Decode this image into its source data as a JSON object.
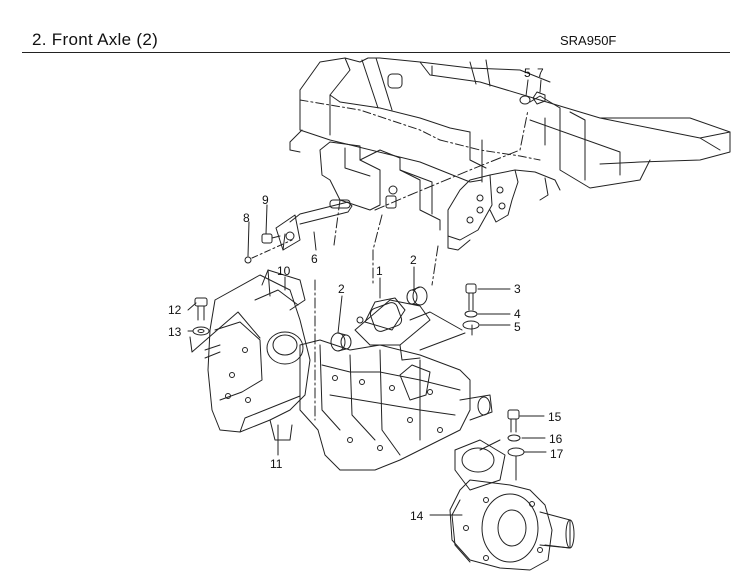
{
  "header": {
    "title": "2. Front Axle (2)",
    "model": "SRA950F"
  },
  "callouts": [
    "1",
    "2",
    "2",
    "3",
    "4",
    "5",
    "5",
    "6",
    "7",
    "8",
    "9",
    "10",
    "11",
    "12",
    "13",
    "14",
    "15",
    "16",
    "17"
  ]
}
